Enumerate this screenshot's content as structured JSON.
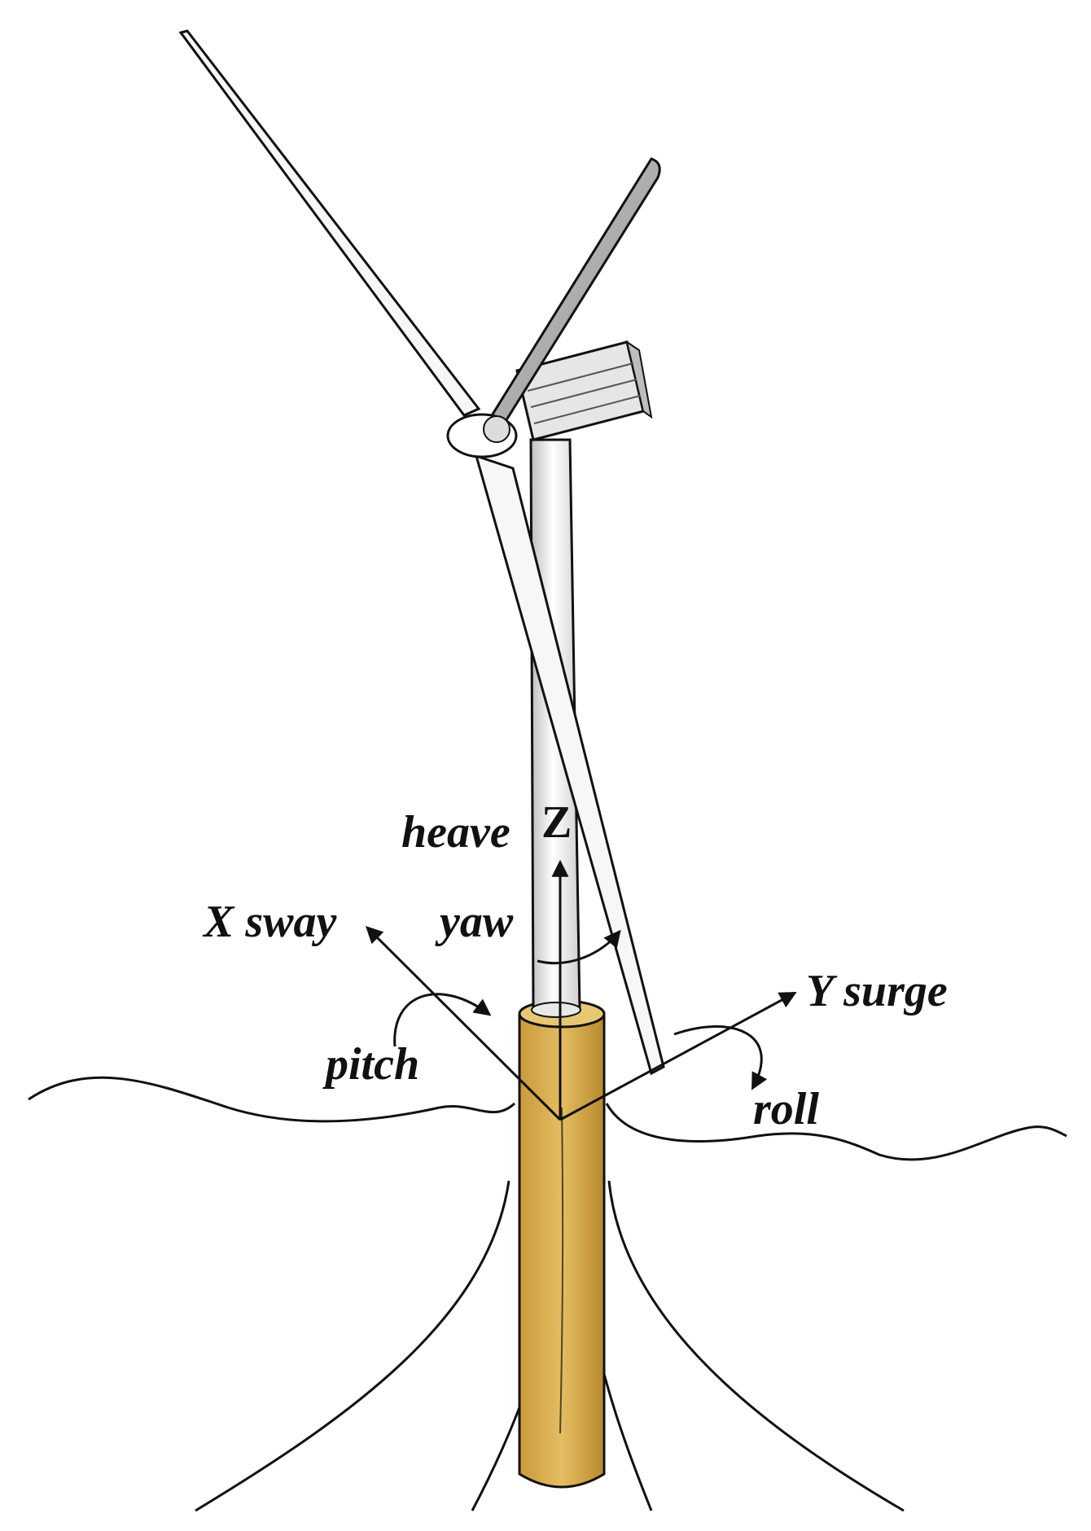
{
  "labels": {
    "heave": "heave",
    "z": "Z",
    "x_sway": "X sway",
    "yaw": "yaw",
    "y_surge": "Y surge",
    "pitch": "pitch",
    "roll": "roll"
  },
  "colors": {
    "spar": "#D9B053",
    "spar_shadow": "#B48A2E",
    "tower": "#F2F2F2",
    "blade_dark": "#A9A9A9",
    "outline": "#111111"
  }
}
